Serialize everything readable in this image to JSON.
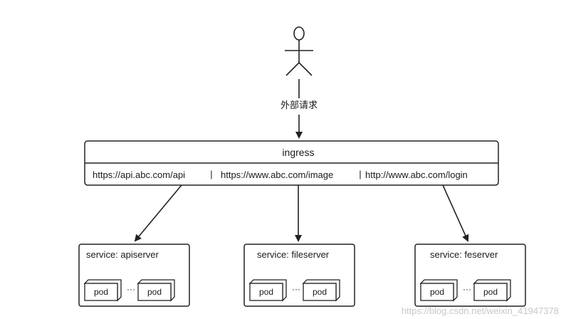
{
  "actor": {
    "label": "外部请求"
  },
  "ingress": {
    "title": "ingress",
    "routes": [
      "https://api.abc.com/api",
      "https://www.abc.com/image",
      "http://www.abc.com/login"
    ],
    "separator": "|"
  },
  "services": [
    {
      "label": "service: apiserver",
      "pods": [
        "pod",
        "pod"
      ],
      "ellipsis": "···"
    },
    {
      "label": "service: fileserver",
      "pods": [
        "pod",
        "pod"
      ],
      "ellipsis": "···"
    },
    {
      "label": "service: feserver",
      "pods": [
        "pod",
        "pod"
      ],
      "ellipsis": "···"
    }
  ],
  "watermark": "https://blog.csdn.net/weixin_41947378"
}
